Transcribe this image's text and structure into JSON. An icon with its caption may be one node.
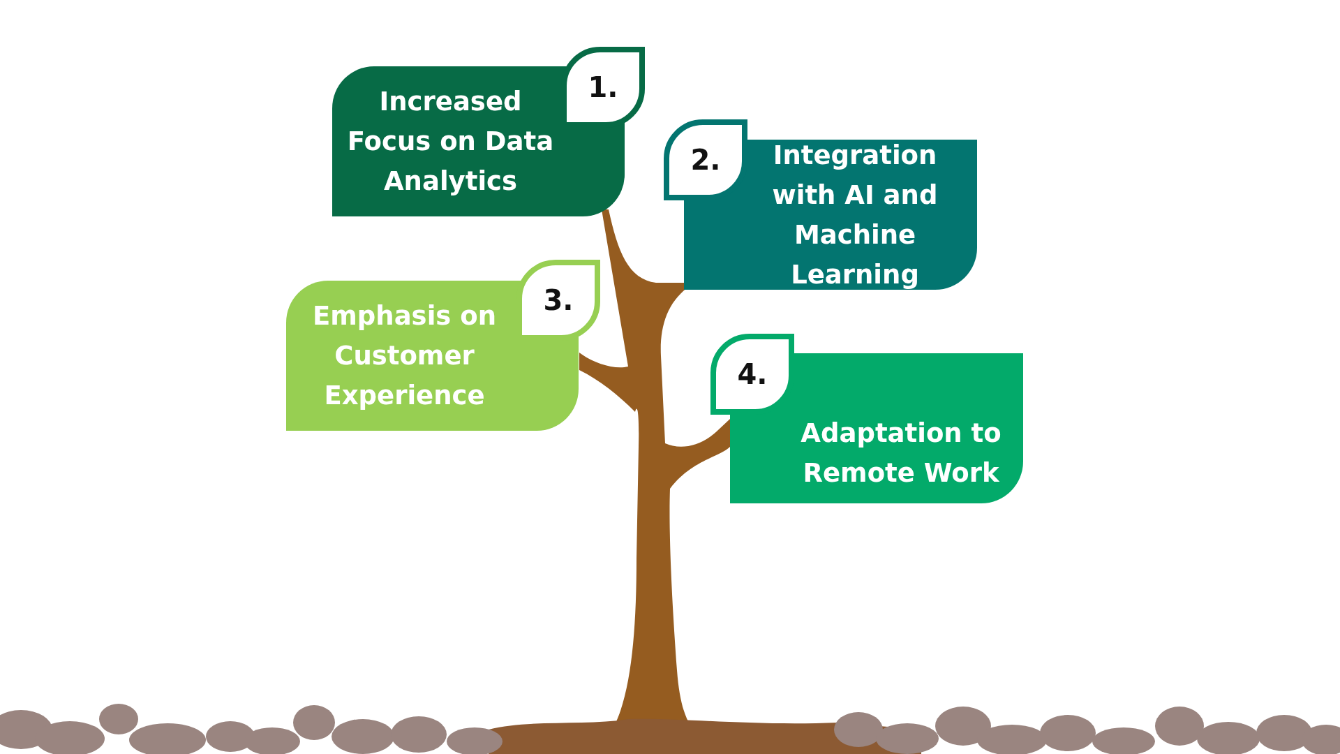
{
  "diagram": {
    "nodes": [
      {
        "text": [
          "1.",
          "Increased Focus on Data Analytics"
        ]
      },
      {
        "text": [
          "2.",
          "Integration with AI and Machine Learning"
        ]
      },
      {
        "text": [
          "3.",
          "Emphasis on Customer Experience"
        ]
      },
      {
        "text": [
          "4.",
          "Adaptation to Remote Work"
        ]
      }
    ]
  }
}
